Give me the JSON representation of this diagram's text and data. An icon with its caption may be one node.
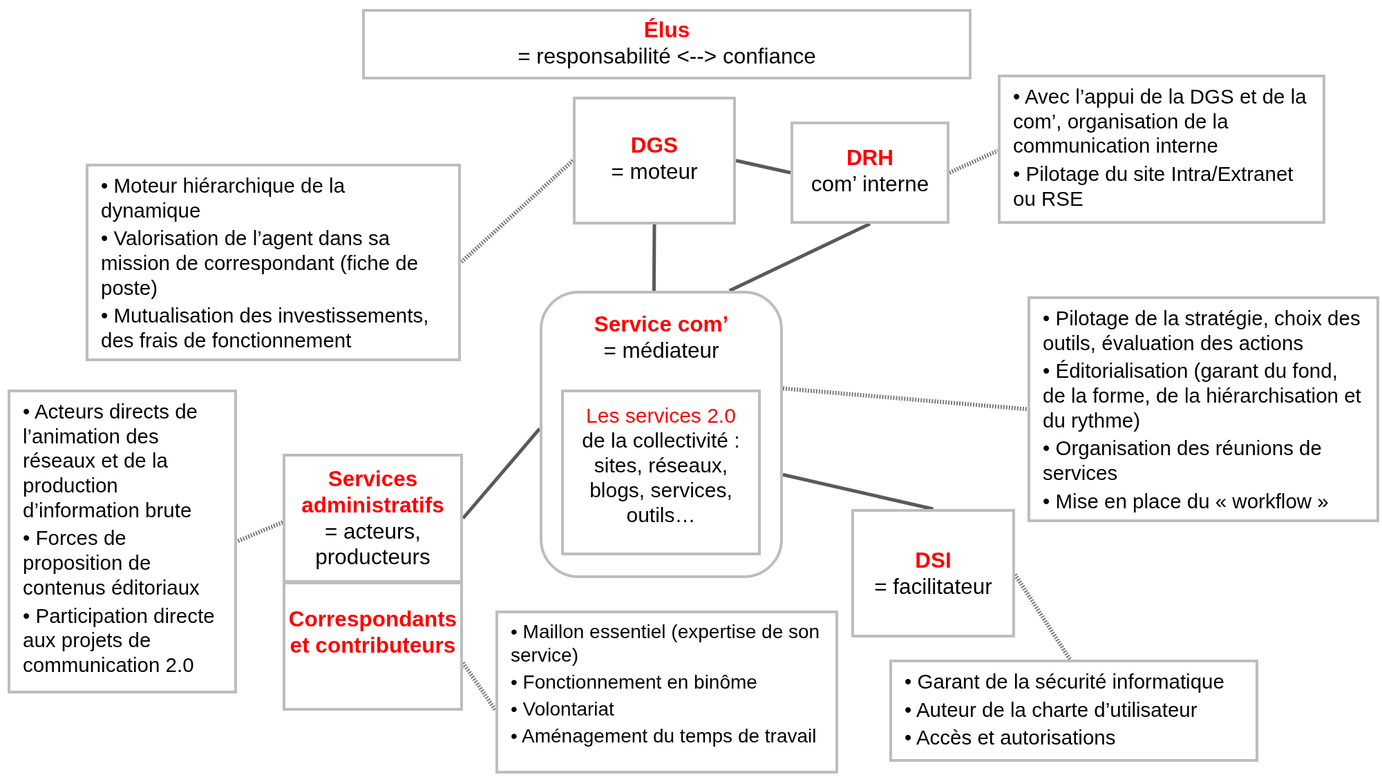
{
  "diagram": {
    "nodes": [
      {
        "text": [
          "Élus",
          "= responsabilité <--> confiance"
        ]
      },
      {
        "text": [
          "DGS",
          "= moteur"
        ]
      },
      {
        "text": [
          "DRH",
          "com’ interne"
        ]
      },
      {
        "text": [
          "• Avec l’appui de la DGS et de la com’, organisation de la communication interne",
          "• Pilotage du site Intra/Extranet ou RSE"
        ]
      },
      {
        "text": [
          "• Moteur hiérarchique de la dynamique",
          "•  Valorisation de l’agent dans sa mission de correspondant (fiche de poste)",
          "• Mutualisation des investissements, des frais de fonctionnement"
        ]
      },
      {
        "text": [
          "Service com’",
          "= médiateur"
        ]
      },
      {
        "text": [
          "Les services 2.0",
          "de la collectivité : sites, réseaux, blogs, services, outils…"
        ],
        "in": 5
      },
      {
        "text": [
          "• Pilotage de la stratégie, choix des outils, évaluation des actions",
          "• Éditorialisation (garant du fond, de la forme, de la hiérarchisation et du rythme)",
          "• Organisation  des réunions de services",
          "• Mise en place du « workflow »"
        ]
      },
      {
        "text": [
          "Services administratifs",
          "= acteurs, producteurs"
        ]
      },
      {
        "text": [
          "Correspondants et contributeurs"
        ]
      },
      {
        "text": [
          "• Acteurs directs de l’animation des réseaux et de la production d’information brute",
          "• Forces de proposition de contenus éditoriaux",
          "• Participation directe aux projets de communication 2.0"
        ]
      },
      {
        "text": [
          "• Maillon essentiel (expertise de son service)",
          "• Fonctionnement en binôme",
          "• Volontariat",
          "• Aménagement du temps de travail"
        ]
      },
      {
        "text": [
          "DSI",
          "= facilitateur"
        ]
      },
      {
        "text": [
          "• Garant de la sécurité informatique",
          "• Auteur de la charte d’utilisateur",
          "• Accès et autorisations"
        ]
      }
    ],
    "edges": [
      {
        "from": 1,
        "to": 2,
        "arrow": "none"
      },
      {
        "from": 1,
        "to": 5,
        "arrow": "none"
      },
      {
        "from": 2,
        "to": 5,
        "arrow": "none"
      },
      {
        "from": 5,
        "to": 8,
        "arrow": "none"
      },
      {
        "from": 5,
        "to": 12,
        "arrow": "none"
      },
      {
        "from": 1,
        "to": 4,
        "arrow": "none",
        "style": "dashed"
      },
      {
        "from": 2,
        "to": 3,
        "arrow": "none",
        "style": "dashed"
      },
      {
        "from": 5,
        "to": 7,
        "arrow": "none",
        "style": "dashed"
      },
      {
        "from": 8,
        "to": 10,
        "arrow": "none",
        "style": "dashed"
      },
      {
        "from": 9,
        "to": 11,
        "arrow": "none",
        "style": "dashed"
      },
      {
        "from": 12,
        "to": 13,
        "arrow": "none",
        "style": "dashed"
      }
    ]
  }
}
